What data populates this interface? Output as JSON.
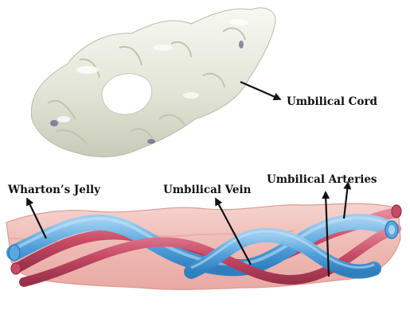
{
  "labels": {
    "umbilical_cord": "Umbilical Cord",
    "whartons_jelly": "Wharton’s Jelly",
    "umbilical_vein": "Umbilical Vein",
    "umbilical_arteries": "Umbilical Arteries"
  },
  "colors": {
    "background": "#ffffff",
    "cord_photo": "#e6e8dc",
    "jelly": "#f2c4c0",
    "vein": "#5aa7df",
    "artery": "#c84a66",
    "arrow": "#111111"
  }
}
